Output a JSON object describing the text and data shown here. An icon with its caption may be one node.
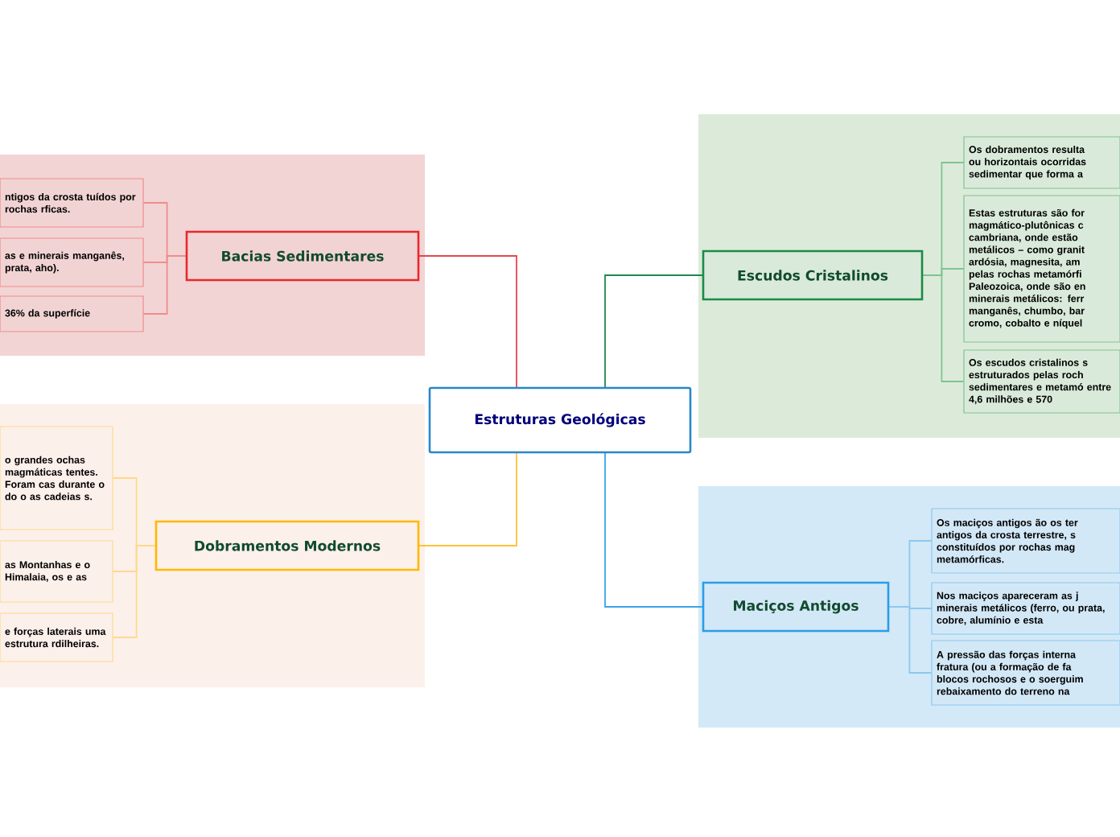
{
  "diagram": {
    "nodes": [
      {
        "text": [
          "Estruturas Geológicas"
        ]
      },
      {
        "text": [
          "Bacias Sedimentares"
        ]
      },
      {
        "text": [
          "ntigos da crosta tuídos por rochas rficas."
        ]
      },
      {
        "text": [
          "as e minerais manganês, prata, aho)."
        ]
      },
      {
        "text": [
          "36% da superfície"
        ]
      },
      {
        "text": [
          "Dobramentos Modernos"
        ]
      },
      {
        "text": [
          "o grandes ochas magmáticas tentes. Foram cas durante o do o as cadeias s."
        ]
      },
      {
        "text": [
          "as Montanhas e o Himalaia, os e as"
        ]
      },
      {
        "text": [
          "e forças laterais uma estrutura rdilheiras."
        ]
      },
      {
        "text": [
          "Escudos Cristalinos"
        ]
      },
      {
        "text": [
          "Os dobramentos resulta ou horizontais ocorridas sedimentar que forma a"
        ]
      },
      {
        "text": [
          "Estas estruturas são for magmático-plutônicas c cambriana, onde estão metálicos – como granit ardósia, magnesita, am pelas rochas metamórfi Paleozoica, onde são en minerais metálicos: ferr manganês, chumbo, bar cromo, cobalto e níquel"
        ]
      },
      {
        "text": [
          "Os escudos cristalinos s estruturados pelas roch sedimentares e metamó entre 4,6 milhões e 570"
        ]
      },
      {
        "text": [
          "Maciços Antigos"
        ]
      },
      {
        "text": [
          "Os maciços antigos ão os ter antigos da crosta terrestre, s constituídos por rochas mag metamórficas."
        ]
      },
      {
        "text": [
          "Nos maciços apareceram as j minerais metálicos (ferro, ou prata, cobre, alumínio e esta"
        ]
      },
      {
        "text": [
          "A pressão das forças interna fratura (ou a formação de fa blocos rochosos e o soerguim rebaixamento do terreno na"
        ]
      }
    ],
    "edges": [
      {
        "from": 0,
        "to": 1,
        "arrow": "none",
        "color": "#e8454d"
      },
      {
        "from": 1,
        "to": 2,
        "arrow": "none",
        "color": "#f08c8c"
      },
      {
        "from": 1,
        "to": 3,
        "arrow": "none",
        "color": "#f08c8c"
      },
      {
        "from": 1,
        "to": 4,
        "arrow": "none",
        "color": "#f08c8c"
      },
      {
        "from": 0,
        "to": 5,
        "arrow": "none",
        "color": "#ffc234"
      },
      {
        "from": 5,
        "to": 6,
        "arrow": "none",
        "color": "#fdd98a"
      },
      {
        "from": 5,
        "to": 7,
        "arrow": "none",
        "color": "#fdd98a"
      },
      {
        "from": 5,
        "to": 8,
        "arrow": "none",
        "color": "#fdd98a"
      },
      {
        "from": 0,
        "to": 9,
        "arrow": "none",
        "color": "#1c8a4a"
      },
      {
        "from": 9,
        "to": 10,
        "arrow": "none",
        "color": "#7fc48f"
      },
      {
        "from": 9,
        "to": 11,
        "arrow": "none",
        "color": "#7fc48f"
      },
      {
        "from": 9,
        "to": 12,
        "arrow": "none",
        "color": "#7fc48f"
      },
      {
        "from": 0,
        "to": 13,
        "arrow": "none",
        "color": "#3aa5ea"
      },
      {
        "from": 13,
        "to": 14,
        "arrow": "none",
        "color": "#8cc8ef"
      },
      {
        "from": 13,
        "to": 15,
        "arrow": "none",
        "color": "#8cc8ef"
      },
      {
        "from": 13,
        "to": 16,
        "arrow": "none",
        "color": "#8cc8ef"
      }
    ]
  }
}
